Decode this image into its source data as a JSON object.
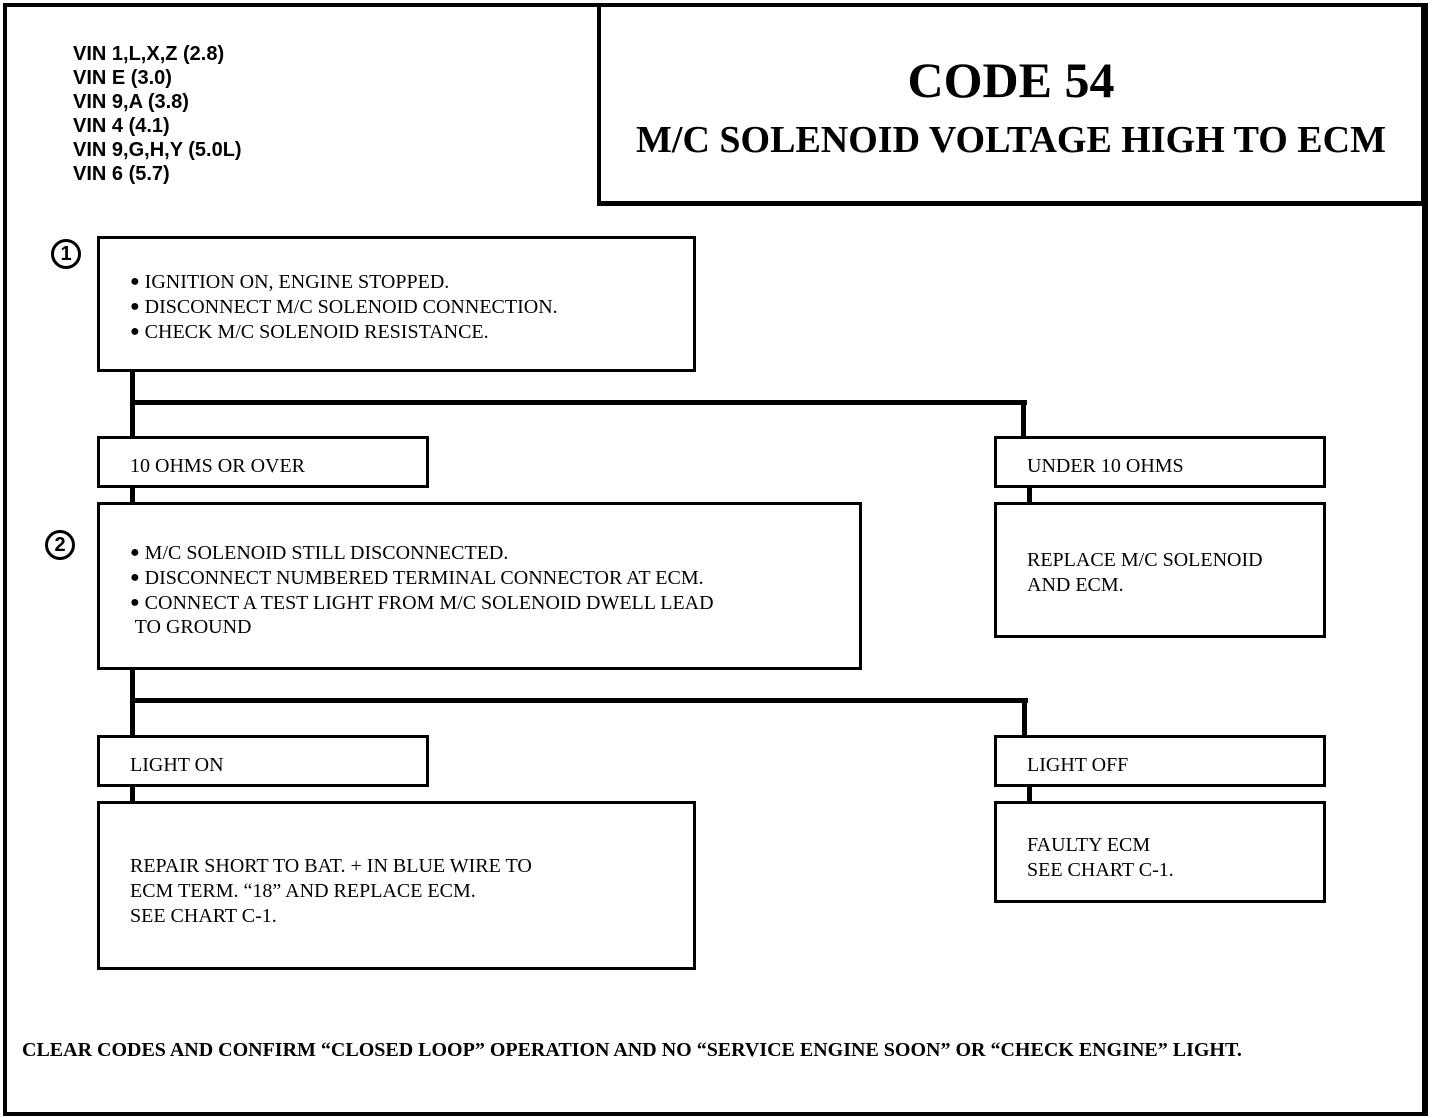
{
  "vin_list": [
    "VIN 1,L,X,Z (2.8)",
    "VIN E (3.0)",
    "VIN 9,A (3.8)",
    "VIN 4 (4.1)",
    "VIN 9,G,H,Y (5.0L)",
    "VIN 6 (5.7)"
  ],
  "title": {
    "code": "CODE 54",
    "subtitle": "M/C SOLENOID VOLTAGE HIGH TO ECM"
  },
  "step1": {
    "number": "1",
    "lines": [
      "IGNITION ON, ENGINE STOPPED.",
      "DISCONNECT M/C SOLENOID CONNECTION.",
      "CHECK M/C SOLENOID RESISTANCE."
    ]
  },
  "branch1": {
    "left_label": "10 OHMS OR OVER",
    "right_label": "UNDER 10 OHMS"
  },
  "result_replace": [
    "REPLACE M/C SOLENOID",
    "AND ECM."
  ],
  "step2": {
    "number": "2",
    "lines": [
      "M/C SOLENOID STILL DISCONNECTED.",
      "DISCONNECT NUMBERED TERMINAL CONNECTOR AT ECM.",
      "CONNECT A TEST LIGHT FROM M/C SOLENOID DWELL LEAD",
      " TO GROUND"
    ]
  },
  "branch2": {
    "left_label": "LIGHT ON",
    "right_label": "LIGHT OFF"
  },
  "result_repair": [
    "REPAIR SHORT TO BAT. + IN BLUE WIRE TO",
    "ECM TERM. “18” AND REPLACE ECM.",
    "SEE CHART C-1."
  ],
  "result_faulty": [
    "FAULTY ECM",
    "SEE CHART C-1."
  ],
  "footer": "CLEAR CODES AND CONFIRM “CLOSED LOOP” OPERATION AND NO “SERVICE ENGINE SOON” OR “CHECK ENGINE” LIGHT."
}
